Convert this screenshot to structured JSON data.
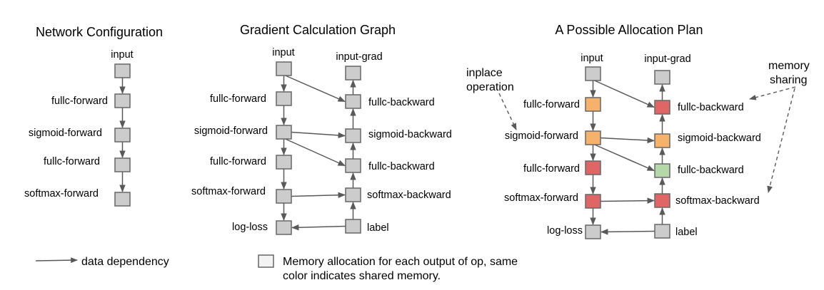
{
  "colors": {
    "gray": "#cccccc",
    "orange": "#f6b26b",
    "red": "#e06666",
    "green": "#b6d7a8",
    "border": "#666666",
    "arrow": "#595959",
    "legend_box": "#f3f3f3"
  },
  "panels": [
    {
      "title": "Network Configuration",
      "nodes": [
        {
          "id": "input",
          "label": "input",
          "color": "gray"
        },
        {
          "id": "fc1",
          "label": "fullc-forward",
          "color": "gray"
        },
        {
          "id": "sig",
          "label": "sigmoid-forward",
          "color": "gray"
        },
        {
          "id": "fc2",
          "label": "fullc-forward",
          "color": "gray"
        },
        {
          "id": "sm",
          "label": "softmax-forward",
          "color": "gray"
        }
      ],
      "edges": [
        [
          "input",
          "fc1"
        ],
        [
          "fc1",
          "sig"
        ],
        [
          "sig",
          "fc2"
        ],
        [
          "fc2",
          "sm"
        ]
      ]
    },
    {
      "title": "Gradient Calculation Graph",
      "nodes": [
        {
          "id": "input",
          "label": "input",
          "color": "gray"
        },
        {
          "id": "fc1",
          "label": "fullc-forward",
          "color": "gray"
        },
        {
          "id": "sig",
          "label": "sigmoid-forward",
          "color": "gray"
        },
        {
          "id": "fc2",
          "label": "fullc-forward",
          "color": "gray"
        },
        {
          "id": "sm",
          "label": "softmax-forward",
          "color": "gray"
        },
        {
          "id": "loss",
          "label": "log-loss",
          "color": "gray"
        },
        {
          "id": "igrad",
          "label": "input-grad",
          "color": "gray"
        },
        {
          "id": "fcb1",
          "label": "fullc-backward",
          "color": "gray"
        },
        {
          "id": "sigb",
          "label": "sigmoid-backward",
          "color": "gray"
        },
        {
          "id": "fcb2",
          "label": "fullc-backward",
          "color": "gray"
        },
        {
          "id": "smb",
          "label": "softmax-backward",
          "color": "gray"
        },
        {
          "id": "label",
          "label": "label",
          "color": "gray"
        }
      ],
      "edges": [
        [
          "input",
          "fc1"
        ],
        [
          "fc1",
          "sig"
        ],
        [
          "sig",
          "fc2"
        ],
        [
          "fc2",
          "sm"
        ],
        [
          "sm",
          "loss"
        ],
        [
          "label",
          "loss"
        ],
        [
          "label",
          "smb"
        ],
        [
          "smb",
          "fcb2"
        ],
        [
          "fcb2",
          "sigb"
        ],
        [
          "sigb",
          "fcb1"
        ],
        [
          "fcb1",
          "igrad"
        ],
        [
          "input",
          "fcb1"
        ],
        [
          "sig",
          "sigb"
        ],
        [
          "sig",
          "fcb2"
        ],
        [
          "sm",
          "smb"
        ]
      ]
    },
    {
      "title": "A Possible Allocation Plan",
      "nodes": [
        {
          "id": "input",
          "label": "input",
          "color": "gray"
        },
        {
          "id": "fc1",
          "label": "fullc-forward",
          "color": "orange"
        },
        {
          "id": "sig",
          "label": "sigmoid-forward",
          "color": "orange"
        },
        {
          "id": "fc2",
          "label": "fullc-forward",
          "color": "red"
        },
        {
          "id": "sm",
          "label": "softmax-forward",
          "color": "red"
        },
        {
          "id": "loss",
          "label": "log-loss",
          "color": "gray"
        },
        {
          "id": "igrad",
          "label": "input-grad",
          "color": "gray"
        },
        {
          "id": "fcb1",
          "label": "fullc-backward",
          "color": "red"
        },
        {
          "id": "sigb",
          "label": "sigmoid-backward",
          "color": "orange"
        },
        {
          "id": "fcb2",
          "label": "fullc-backward",
          "color": "green"
        },
        {
          "id": "smb",
          "label": "softmax-backward",
          "color": "red"
        },
        {
          "id": "label",
          "label": "label",
          "color": "gray"
        }
      ],
      "edges": [
        [
          "input",
          "fc1"
        ],
        [
          "fc1",
          "sig"
        ],
        [
          "sig",
          "fc2"
        ],
        [
          "fc2",
          "sm"
        ],
        [
          "sm",
          "loss"
        ],
        [
          "label",
          "loss"
        ],
        [
          "label",
          "smb"
        ],
        [
          "smb",
          "fcb2"
        ],
        [
          "fcb2",
          "sigb"
        ],
        [
          "sigb",
          "fcb1"
        ],
        [
          "fcb1",
          "igrad"
        ],
        [
          "input",
          "fcb1"
        ],
        [
          "sig",
          "sigb"
        ],
        [
          "sig",
          "fcb2"
        ],
        [
          "sm",
          "smb"
        ]
      ],
      "annotations": {
        "inplace": {
          "lines": [
            "inplace",
            "operation"
          ],
          "points_to": "sig"
        },
        "memory_sharing": {
          "lines": [
            "memory",
            "sharing"
          ],
          "points_to": [
            "fcb1",
            "smb"
          ]
        }
      }
    }
  ],
  "legend": {
    "arrow_label": "data dependency",
    "box_label_line1": "Memory allocation for each output of op, same",
    "box_label_line2": "color indicates shared memory."
  }
}
